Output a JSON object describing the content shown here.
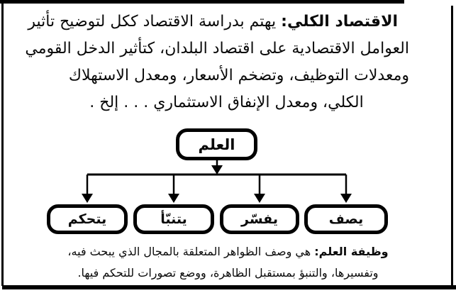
{
  "page": {
    "ink_color": "#000000",
    "paper_color": "#ffffff"
  },
  "paragraph": {
    "lead": "الاقتصاد الكلي:",
    "line1_rest": " يهتم بدراسة الاقتصاد ككل لتوضيح تأثير",
    "line2": "العوامل الاقتصادية على اقتصاد البلدان، كتأثير الدخل القومي",
    "line3": "ومعدلات التوظيف، وتضخم الأسعار، ومعدل الاستهلاك",
    "line4": "الكلي، ومعدل الإنفاق الاستثماري . . . إلخ ."
  },
  "diagram": {
    "root": "العلم",
    "children": [
      "يصف",
      "يفسّر",
      "يتنبّأ",
      "يتحكم"
    ]
  },
  "caption": {
    "lead": "وظيفة العلم:",
    "line1_rest": " هي وصف الظواهر المتعلقة بالمجال الذي يبحث فيه،",
    "line2": "وتفسيرها، والتنبؤ بمستقبل الظاهرة، ووضع تصورات للتحكم فيها."
  }
}
